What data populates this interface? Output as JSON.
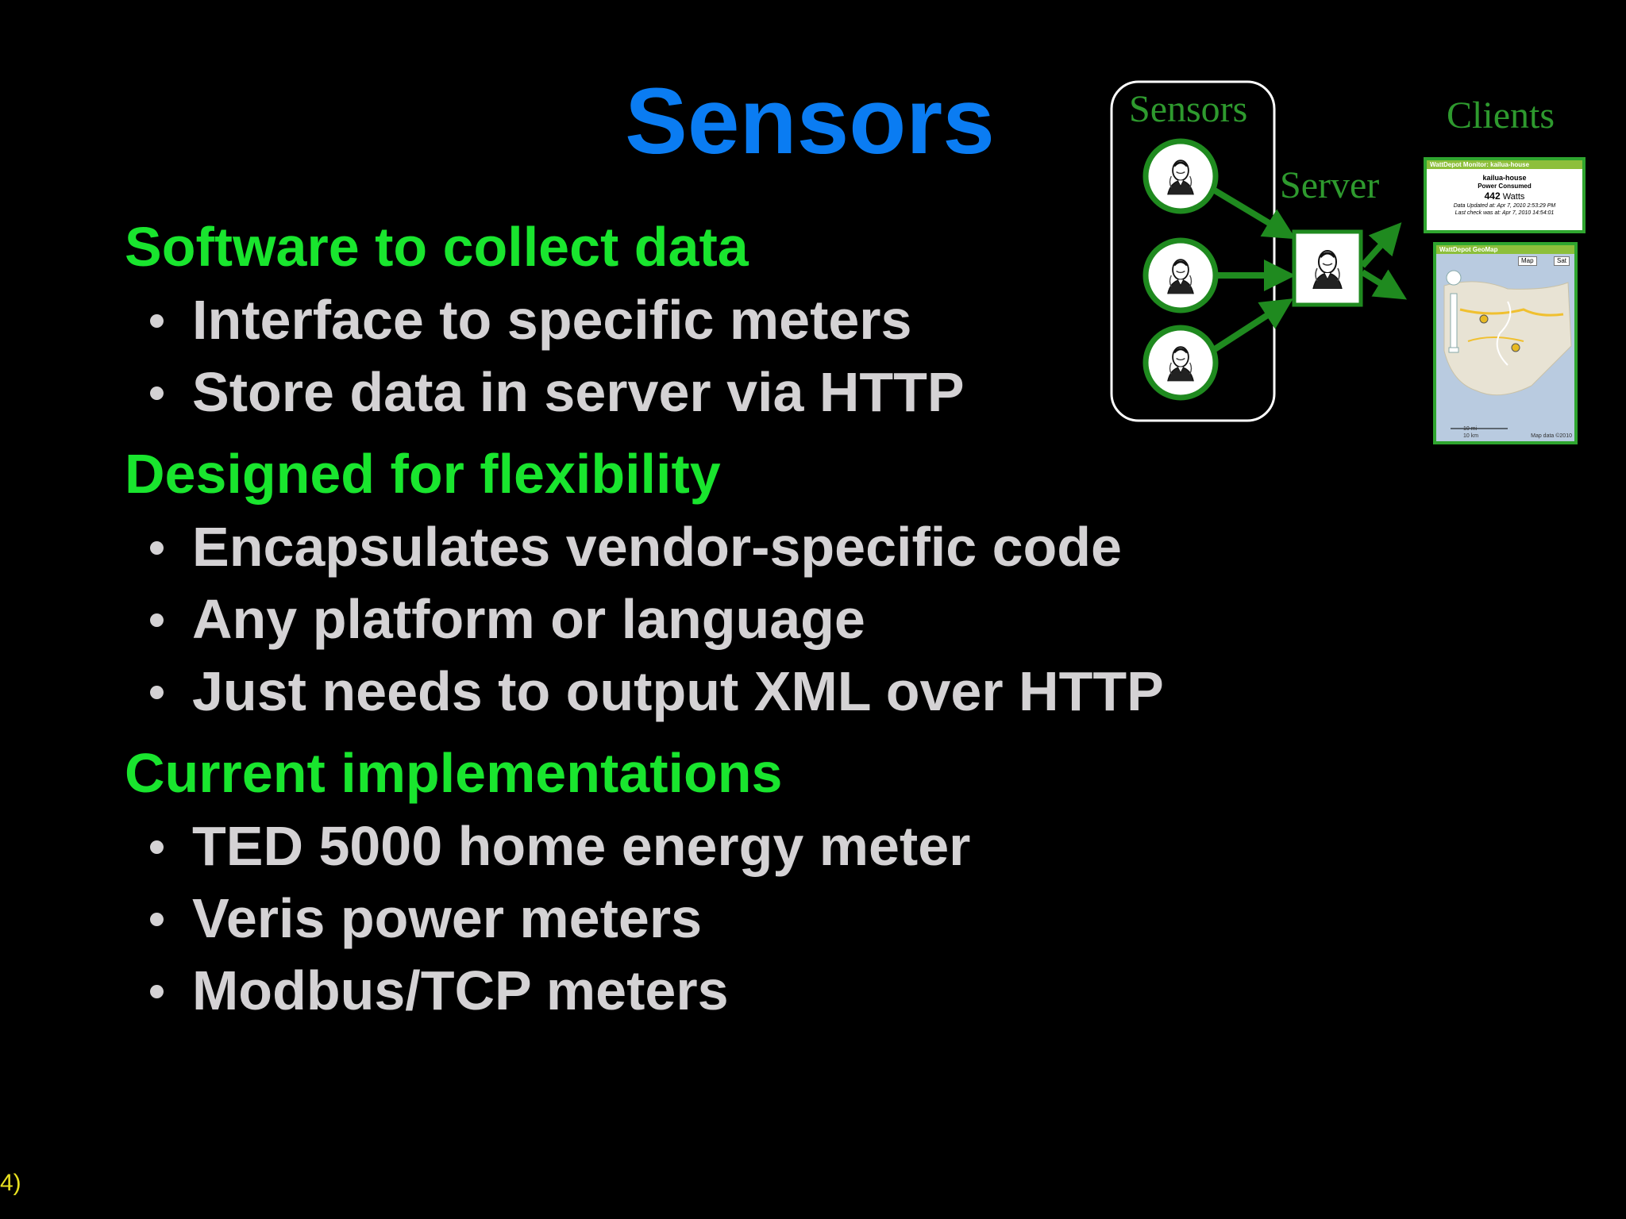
{
  "slide": {
    "title": "Sensors",
    "sections": [
      {
        "heading": "Software to collect data",
        "bullets": [
          "Interface to specific meters",
          "Store data in server via HTTP"
        ]
      },
      {
        "heading": "Designed for flexibility",
        "bullets": [
          "Encapsulates vendor-specific code",
          "Any platform or language",
          "Just needs to output XML over HTTP"
        ]
      },
      {
        "heading": "Current implementations",
        "bullets": [
          "TED 5000 home energy meter",
          "Veris power meters",
          "Modbus/TCP meters"
        ]
      }
    ],
    "footer_text": "4)"
  },
  "diagram": {
    "sensors_label": "Sensors",
    "server_label": "Server",
    "clients_label": "Clients",
    "monitor": {
      "title_bar": "WattDepot Monitor: kailua-house",
      "house": "kailua-house",
      "measure": "Power Consumed",
      "watts_value": "442",
      "watts_unit": "Watts",
      "updated": "Data Updated at: Apr 7, 2010 2:53:29 PM",
      "last_check": "Last check was at: Apr 7, 2010 14:54:01"
    },
    "geomap": {
      "title_bar": "WattDepot GeoMap",
      "map_button": "Map",
      "sat_button": "Sat",
      "scale_mi": "10 mi",
      "scale_km": "10 km",
      "attribution": "Map data ©2010"
    }
  },
  "colors": {
    "background": "#000000",
    "title": "#0a7cf2",
    "heading": "#19e52e",
    "bullet_text": "#d4d2d4",
    "diagram_green": "#2e9a2e",
    "footer": "#e8e020"
  },
  "icons": {
    "sensor": "portrait-engraving-icon",
    "server": "portrait-engraving-icon",
    "arrow": "arrow-right-icon"
  }
}
